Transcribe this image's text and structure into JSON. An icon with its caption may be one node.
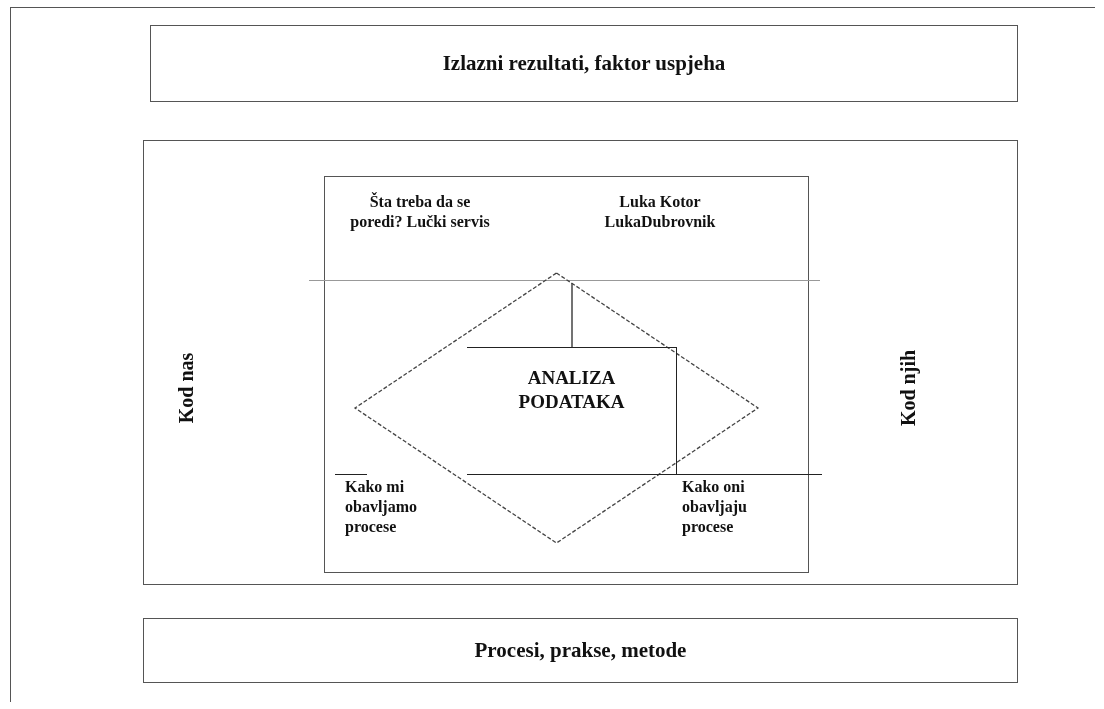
{
  "diagram": {
    "nodes": [
      {
        "text": [
          "Izlazni rezultati, faktor uspjeha"
        ]
      },
      {
        "text": [
          "Kod nas",
          "Kod njih"
        ]
      },
      {
        "text": [
          "Šta treba da se poredi? Lučki servis",
          "Luka Kotor LukaDubrovnik",
          "Kako mi obavljamo procese",
          "Kako oni obavljaju procese"
        ],
        "in": 1
      },
      {
        "text": [],
        "shape": "diamond",
        "in": 2
      },
      {
        "text": [
          "ANALIZA PODATAKA"
        ],
        "in": 3
      },
      {
        "text": [
          "Procesi, prakse, metode"
        ]
      }
    ],
    "edges": [
      {
        "from": 3,
        "to": 4,
        "arrow": "none"
      }
    ]
  }
}
